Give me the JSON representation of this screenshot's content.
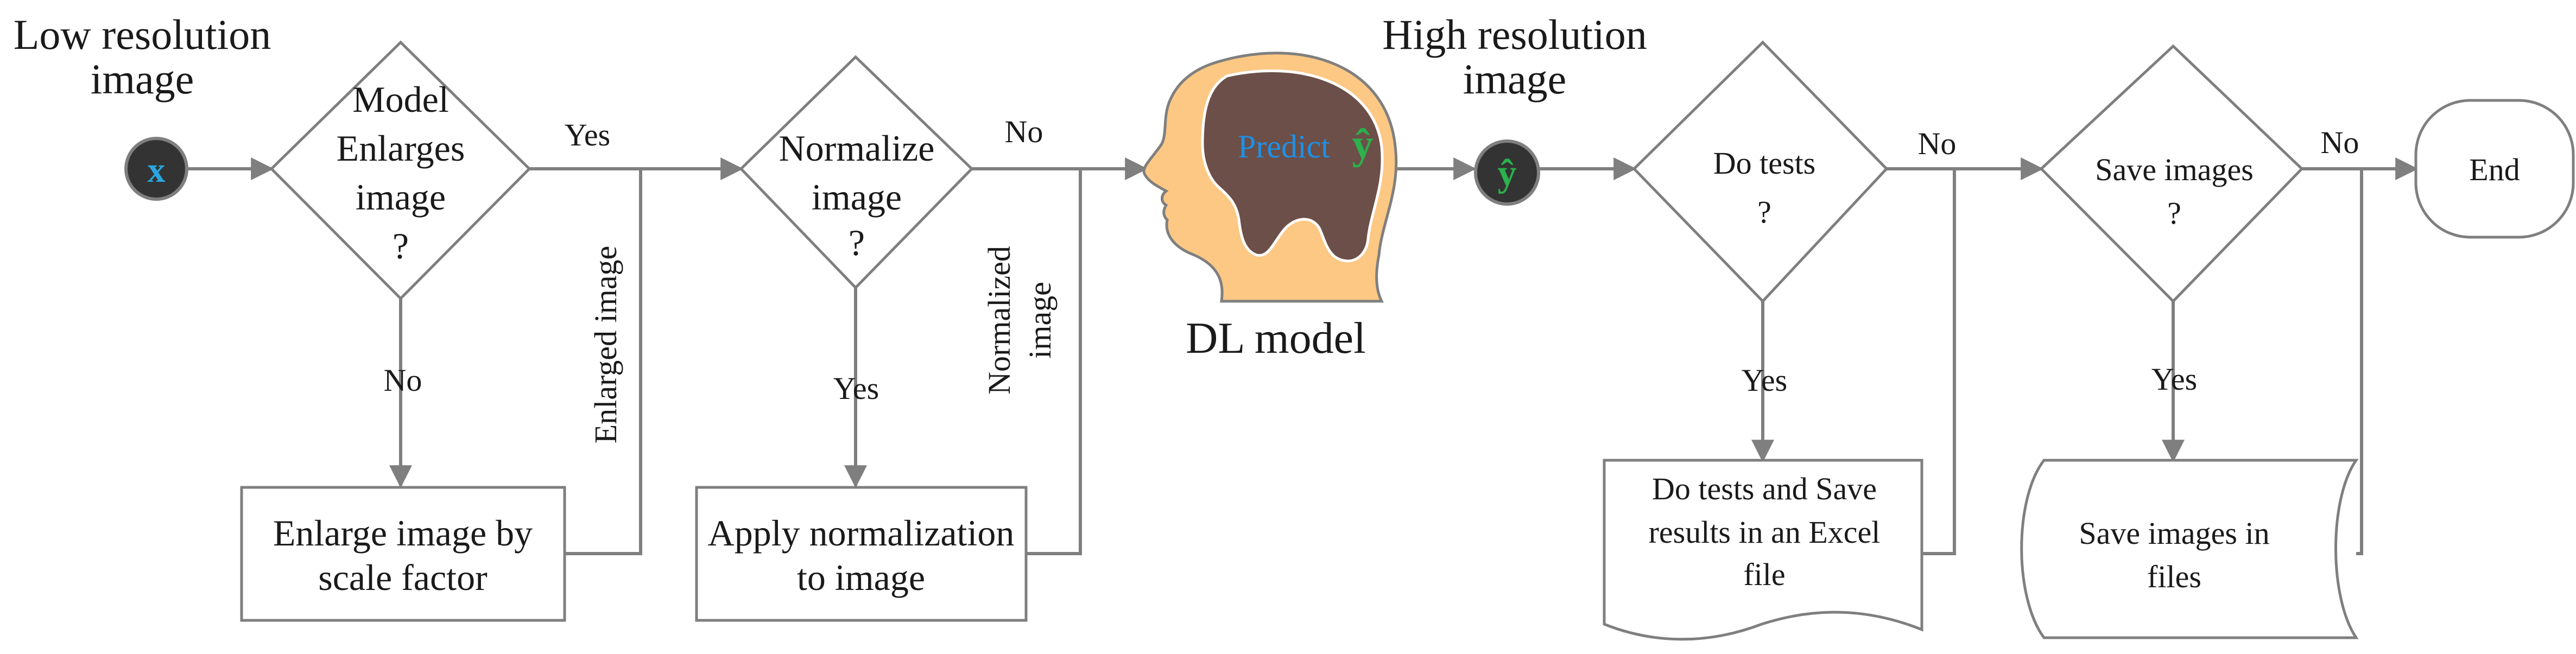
{
  "input": {
    "title_line1": "Low resolution",
    "title_line2": "image",
    "symbol": "x"
  },
  "decisions": {
    "enlarge": {
      "line1": "Model",
      "line2": "Enlarges",
      "line3": "image",
      "line4": "?"
    },
    "normalize": {
      "line1": "Normalize",
      "line2": "image",
      "line3": "?"
    },
    "tests": {
      "line1": "Do tests",
      "line2": "?"
    },
    "save": {
      "line1": "Save images",
      "line2": "?"
    }
  },
  "processes": {
    "enlarge": {
      "line1": "Enlarge image by",
      "line2": "scale factor"
    },
    "normalize": {
      "line1": "Apply normalization",
      "line2": "to image"
    },
    "tests": {
      "line1": "Do tests and Save",
      "line2": "results in an Excel",
      "line3": "file"
    },
    "save": {
      "line1": "Save images in",
      "line2": "files"
    }
  },
  "edge_labels": {
    "enlarge_yes": "Yes",
    "enlarge_no": "No",
    "normalize_no": "No",
    "normalize_yes": "Yes",
    "tests_no": "No",
    "tests_yes": "Yes",
    "save_no": "No",
    "save_yes": "Yes",
    "enlarged_image": "Enlarged image",
    "normalized_line1": "Normalized",
    "normalized_line2": "image"
  },
  "model": {
    "predict": "Predict",
    "symbol": "ŷ",
    "caption": "DL model"
  },
  "output": {
    "title_line1": "High resolution",
    "title_line2": "image",
    "symbol": "ŷ"
  },
  "end": {
    "label": "End"
  },
  "colors": {
    "line": "#7f7f7f",
    "head_skin": "#fcc884",
    "brain": "#6b4f48",
    "node_fill": "#333333",
    "x_symbol": "#2aa6e0",
    "y_symbol": "#2bb24c",
    "predict_text": "#1e90e6"
  }
}
